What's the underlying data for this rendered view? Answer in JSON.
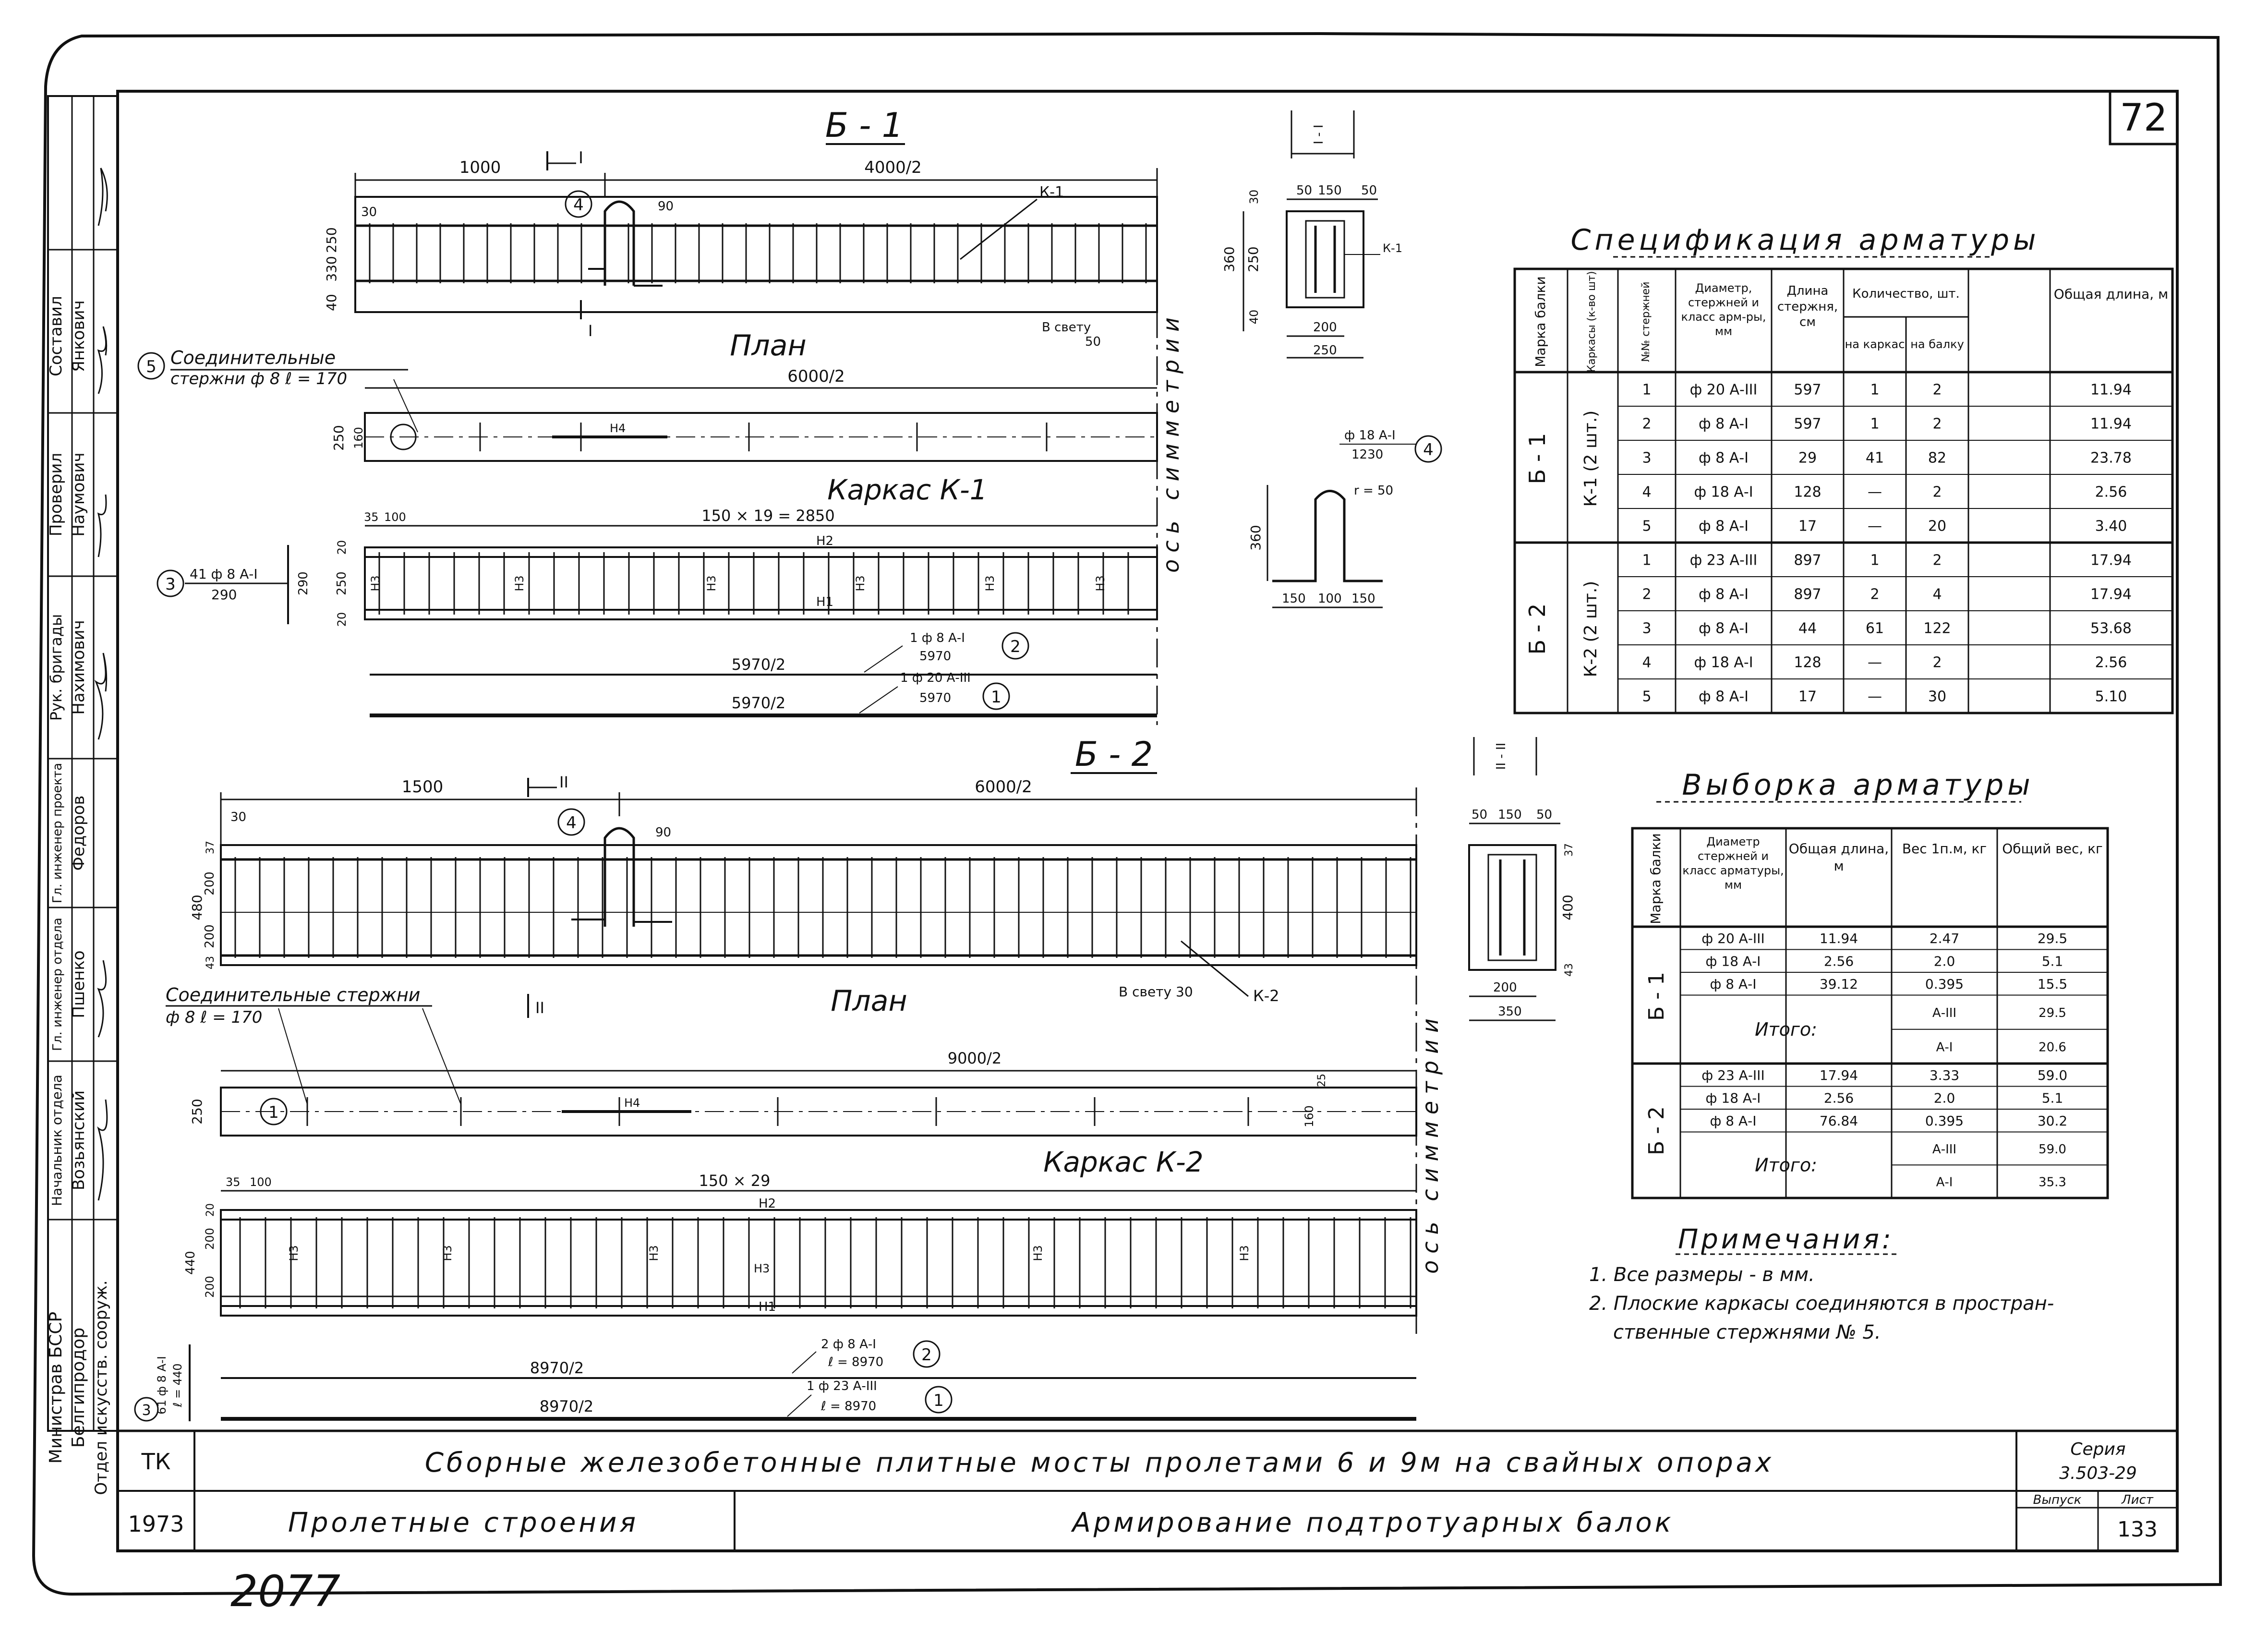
{
  "sheet": {
    "sheet_number": "72",
    "handwritten_page": "2077"
  },
  "side_stamp": {
    "org": [
      "Министрав БССР",
      "Белгипродор",
      "Отдел искусств. сооруж."
    ],
    "roles": [
      {
        "role": "Составил",
        "name": "Янкович"
      },
      {
        "role": "Проверил",
        "name": "Наумович"
      },
      {
        "role": "Рук. бригады",
        "name": "Нахимович"
      },
      {
        "role": "Гл. инженер проекта",
        "name": "Федоров"
      },
      {
        "role": "Гл. инженер отдела",
        "name": "Пшенко"
      },
      {
        "role": "Начальник отдела",
        "name": "Возьянский"
      }
    ]
  },
  "title_block": {
    "tk": "ТК",
    "year": "1973",
    "main_title": "Сборные железобетонные плитные мосты пролетами 6 и 9м на свайных опорах",
    "subtitle_left": "Пролетные строения",
    "subtitle_right": "Армирование подтротуарных балок",
    "series_label": "Серия",
    "series_value": "3.503-29",
    "vypusk_label": "Выпуск",
    "list_label": "Лист",
    "list_value": "133"
  },
  "beam_b1": {
    "title": "Б - 1",
    "plan_label": "План",
    "frame_label": "Каркас  К-1",
    "dims": {
      "d1000": "1000",
      "d4000": "4000/2",
      "d6000": "6000/2",
      "d330": "330",
      "d250": "250",
      "d40": "40",
      "d90": "90",
      "d30": "30",
      "d160": "160",
      "d35": "35",
      "d100": "100",
      "spacing": "150 × 19 = 2850",
      "d20a": "20",
      "d20b": "20",
      "d290": "290",
      "svetu": "В свету",
      "svetu50": "50",
      "l5970a": "5970/2",
      "l5970b": "5970/2"
    },
    "callouts": {
      "k1": "К-1",
      "sec": "I",
      "c3": "41 ф 8 А-I",
      "c3b": "290",
      "c2": "1 ф 8 А-I",
      "c2b": "5970",
      "c1": "1 ф 20 А-III",
      "c1b": "5970",
      "n1": "Н1",
      "n2": "Н2",
      "n3": "Н3",
      "n4": "Н4"
    },
    "connecting_rods": [
      "Соединительные",
      "стержни ф 8  ℓ = 170"
    ]
  },
  "beam_b2": {
    "title": "Б - 2",
    "plan_label": "План",
    "frame_label": "Каркас  К-2",
    "dims": {
      "d1500": "1500",
      "d6000": "6000/2",
      "d9000": "9000/2",
      "d480": "480",
      "d200": "200",
      "d37": "37",
      "d43": "43",
      "d30": "30",
      "d90": "90",
      "d250": "250",
      "d35": "35",
      "d100": "100",
      "spacing": "150 × 29",
      "d440": "440",
      "d20": "20",
      "d160": "160",
      "d25": "25",
      "svetu": "В свету 30",
      "l8970a": "8970/2",
      "l8970b": "8970/2"
    },
    "callouts": {
      "k2": "К-2",
      "sec": "II",
      "c3": "61 ф 8 А-I",
      "c3b": "ℓ = 440",
      "c2": "2 ф 8 А-I",
      "c2b": "ℓ = 8970",
      "c1": "1 ф 23 А-III",
      "c1b": "ℓ = 8970",
      "n1": "Н1",
      "n2": "Н2",
      "n3": "Н3",
      "n4": "Н4"
    },
    "connecting_rods": [
      "Соединительные стержни",
      "ф 8  ℓ = 170"
    ]
  },
  "axis_label": "ось симметрии",
  "section_1": {
    "title": "I - I",
    "d50a": "50",
    "d150": "150",
    "d50b": "50",
    "d360": "360",
    "d250": "250",
    "d40": "40",
    "d30": "30",
    "d200": "200",
    "d250b": "250",
    "k1": "К-1"
  },
  "section_2": {
    "title": "II - II",
    "d50a": "50",
    "d150": "150",
    "d50b": "50",
    "d37": "37",
    "d400": "400",
    "d43": "43",
    "d200": "200",
    "d350": "350"
  },
  "detail_4": {
    "rod": "ф 18 А-I",
    "len": "1230",
    "r": "r = 50",
    "d360": "360",
    "d150a": "150",
    "d100": "100",
    "d150b": "150"
  },
  "spec_table": {
    "title": "Спецификация арматуры",
    "headers": [
      "Марка балки",
      "Каркасы (к-во шт)",
      "№№ стержней",
      "Диаметр, стержней и класс арм-ры, мм",
      "Длина стержня, см",
      "Количество, шт.",
      "на каркас",
      "на балку",
      "Общая длина, м"
    ],
    "groups": [
      {
        "beam": "Б - 1",
        "frame": "К-1 (2 шт.)",
        "rows": [
          [
            "1",
            "ф 20 А-III",
            "597",
            "1",
            "2",
            "11.94"
          ],
          [
            "2",
            "ф 8 А-I",
            "597",
            "1",
            "2",
            "11.94"
          ],
          [
            "3",
            "ф 8 А-I",
            "29",
            "41",
            "82",
            "23.78"
          ],
          [
            "4",
            "ф 18 А-I",
            "128",
            "—",
            "2",
            "2.56"
          ],
          [
            "5",
            "ф 8 А-I",
            "17",
            "—",
            "20",
            "3.40"
          ]
        ]
      },
      {
        "beam": "Б - 2",
        "frame": "К-2 (2 шт.)",
        "rows": [
          [
            "1",
            "ф 23 А-III",
            "897",
            "1",
            "2",
            "17.94"
          ],
          [
            "2",
            "ф 8 А-I",
            "897",
            "2",
            "4",
            "17.94"
          ],
          [
            "3",
            "ф 8 А-I",
            "44",
            "61",
            "122",
            "53.68"
          ],
          [
            "4",
            "ф 18 А-I",
            "128",
            "—",
            "2",
            "2.56"
          ],
          [
            "5",
            "ф 8 А-I",
            "17",
            "—",
            "30",
            "5.10"
          ]
        ]
      }
    ]
  },
  "selection_table": {
    "title": "Выборка арматуры",
    "headers": [
      "Марка балки",
      "Диаметр стержней и класс арматуры, мм",
      "Общая длина, м",
      "Вес 1п.м, кг",
      "Общий вес, кг"
    ],
    "groups": [
      {
        "beam": "Б - 1",
        "rows": [
          [
            "ф 20 А-III",
            "11.94",
            "2.47",
            "29.5"
          ],
          [
            "ф 18 А-I",
            "2.56",
            "2.0",
            "5.1"
          ],
          [
            "ф 8 А-I",
            "39.12",
            "0.395",
            "15.5"
          ]
        ],
        "total_label": "Итого:",
        "totals": [
          [
            "А-III",
            "29.5"
          ],
          [
            "А-I",
            "20.6"
          ]
        ]
      },
      {
        "beam": "Б - 2",
        "rows": [
          [
            "ф 23 А-III",
            "17.94",
            "3.33",
            "59.0"
          ],
          [
            "ф 18 А-I",
            "2.56",
            "2.0",
            "5.1"
          ],
          [
            "ф 8 А-I",
            "76.84",
            "0.395",
            "30.2"
          ]
        ],
        "total_label": "Итого:",
        "totals": [
          [
            "А-III",
            "59.0"
          ],
          [
            "А-I",
            "35.3"
          ]
        ]
      }
    ]
  },
  "notes": {
    "title": "Примечания:",
    "items": [
      "1. Все размеры - в мм.",
      "2. Плоские каркасы соединяются в простран-",
      "ственные стержнями № 5."
    ]
  }
}
